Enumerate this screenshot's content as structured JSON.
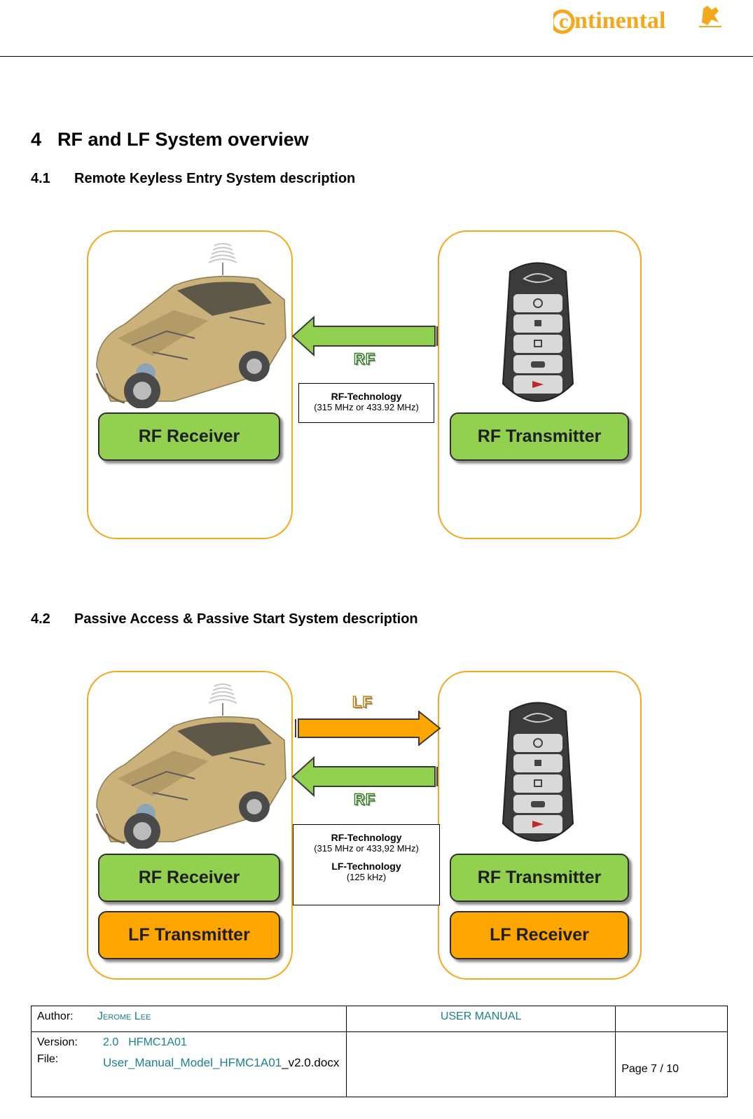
{
  "brand": {
    "name": "ntinental",
    "accent": "#f5a81c"
  },
  "section": {
    "number": "4",
    "title": "RF and LF System overview"
  },
  "subsection_1": {
    "number": "4.1",
    "title": "Remote Keyless Entry System description"
  },
  "subsection_2": {
    "number": "4.2",
    "title": "Passive Access & Passive Start System description"
  },
  "diagram_1": {
    "receiver_label": "RF Receiver",
    "transmitter_label": "RF Transmitter",
    "arrow_label": "RF",
    "tech_title": "RF-Technology",
    "tech_detail": "(315 MHz or 433.92 MHz)"
  },
  "diagram_2": {
    "receiver_label": "RF Receiver",
    "lf_transmitter_label": "LF Transmitter",
    "transmitter_label": "RF Transmitter",
    "lf_receiver_label": "LF Receiver",
    "lf_arrow_label": "LF",
    "rf_arrow_label": "RF",
    "rf_tech_title": "RF-Technology",
    "rf_tech_detail": "(315 MHz or 433,92 MHz)",
    "lf_tech_title": "LF-Technology",
    "lf_tech_detail": "(125 kHz)"
  },
  "colors": {
    "green": "#92d050",
    "orange": "#ffa500",
    "panel_border": "#f5a81c",
    "teal": "#1a7f8f"
  },
  "footer": {
    "author_label": "Author:",
    "author_value": "Jerome Lee",
    "doc_type": "USER MANUAL",
    "version_label": "Version:",
    "version_value": "2.0",
    "model": "HFMC1A01",
    "file_label": "File:",
    "file_value_teal": "User_Manual_Model_HFMC1A01",
    "file_value_rest": "_v2.0.docx",
    "page": "Page 7 / 10"
  }
}
